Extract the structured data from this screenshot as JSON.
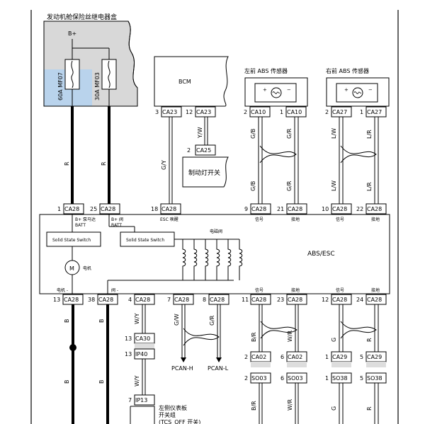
{
  "relay_box": {
    "title": "发动机舱保险丝继电器盒",
    "bplus": "B+",
    "fuse1": "60A  MF07",
    "fuse2": "30A  MF03"
  },
  "bcm": {
    "title": "BCM"
  },
  "brake_switch": {
    "title": "制动灯开关",
    "pin": "2",
    "conn": "CA25"
  },
  "sensor_left": {
    "title": "左前 ABS 传感器"
  },
  "sensor_right": {
    "title": "右前 ABS 传感器"
  },
  "module": {
    "title": "ABS/ESC",
    "switch_label": "Solid State Switch",
    "motor_symbol": "M",
    "motor_label": "电机",
    "valve_label": "电磁阀"
  },
  "wires": {
    "r1": "R",
    "r2": "R",
    "yw": "Y/W",
    "gy": "G/Y",
    "gb": "G/B",
    "gr": "G/R",
    "lw": "L/W",
    "lr": "L/R",
    "gb2": "G/B",
    "gr2": "G/R",
    "lw2": "L/W",
    "lr2": "L/R",
    "b1": "B",
    "b2": "B",
    "b3": "B",
    "b4": "B",
    "wy1": "W/Y",
    "wy2": "W/Y",
    "gw": "G/W",
    "gr3": "G/R",
    "br1": "B/R",
    "wr1": "W/R",
    "br2": "B/R",
    "wr2": "W/R",
    "g1": "G",
    "r3": "R",
    "g2": "G",
    "r4": "R"
  },
  "top_conns": [
    {
      "pin": "3",
      "conn": "CA23"
    },
    {
      "pin": "12",
      "conn": "CA23"
    },
    {
      "pin": "2",
      "conn": "CA10"
    },
    {
      "pin": "1",
      "conn": "CA10"
    },
    {
      "pin": "2",
      "conn": "CA27"
    },
    {
      "pin": "1",
      "conn": "CA27"
    }
  ],
  "upper_conns": [
    {
      "pin": "1",
      "conn": "CA28",
      "label1": "B+ 泵马达",
      "label2": "BATT"
    },
    {
      "pin": "25",
      "conn": "CA28",
      "label1": "B+ 阀",
      "label2": "BATT"
    },
    {
      "pin": "18",
      "conn": "CA28",
      "label1": "ESC 唤醒",
      "label2": ""
    },
    {
      "pin": "9",
      "conn": "CA28",
      "label1": "信号",
      "label2": ""
    },
    {
      "pin": "21",
      "conn": "CA28",
      "label1": "接地",
      "label2": ""
    },
    {
      "pin": "10",
      "conn": "CA28",
      "label1": "信号",
      "label2": ""
    },
    {
      "pin": "22",
      "conn": "CA28",
      "label1": "接地",
      "label2": ""
    }
  ],
  "lower_conns": [
    {
      "pin": "13",
      "conn": "CA28",
      "label": "电机 -"
    },
    {
      "pin": "38",
      "conn": "CA28",
      "label": "阀 -"
    },
    {
      "pin": "4",
      "conn": "CA28",
      "label": ""
    },
    {
      "pin": "7",
      "conn": "CA28",
      "label": ""
    },
    {
      "pin": "8",
      "conn": "CA28",
      "label": ""
    },
    {
      "pin": "11",
      "conn": "CA28",
      "label": "信号"
    },
    {
      "pin": "23",
      "conn": "CA28",
      "label": "接地"
    },
    {
      "pin": "12",
      "conn": "CA28",
      "label": "信号"
    },
    {
      "pin": "24",
      "conn": "CA28",
      "label": "接地"
    }
  ],
  "mid_conns": [
    {
      "pin": "13",
      "conn": "CA30"
    },
    {
      "pin": "13",
      "conn": "IP40"
    },
    {
      "pin": "7",
      "conn": "IP13"
    },
    {
      "pin": "2",
      "conn": "CA02"
    },
    {
      "pin": "6",
      "conn": "CA02"
    },
    {
      "pin": "1",
      "conn": "CA29"
    },
    {
      "pin": "5",
      "conn": "CA29"
    },
    {
      "pin": "2",
      "conn": "SO03"
    },
    {
      "pin": "6",
      "conn": "SO03"
    },
    {
      "pin": "1",
      "conn": "SO38"
    },
    {
      "pin": "5",
      "conn": "SO38"
    }
  ],
  "can": {
    "h": "PCAN-H",
    "l": "PCAN-L"
  },
  "tcs": {
    "line1": "左侧仪表板",
    "line2": "开关组",
    "line3": "(TCS_OFF 开关)"
  }
}
